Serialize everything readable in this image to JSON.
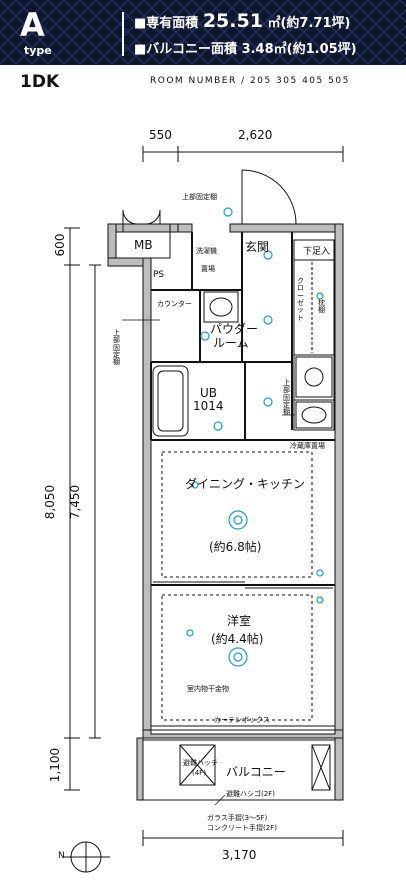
{
  "header": {
    "type_letter": "A",
    "type_label": "type",
    "exclusive_area_label": "■専有面積",
    "exclusive_area_value": "25.51",
    "exclusive_area_unit": "㎡(約7.71坪)",
    "balcony_area_label": "■バルコニー面積",
    "balcony_area_value": "3.48㎡(約1.05坪)"
  },
  "layout_type": "1DK",
  "room_number_text": "ROOM NUMBER / 205 305 405 505",
  "dimensions": {
    "top_left": "550",
    "top_right": "2,620",
    "left_total": "8,050",
    "left_inner": "7,450",
    "left_top": "600",
    "left_bottom": "1,100",
    "bottom_width": "3,170"
  },
  "rooms": {
    "mb": "MB",
    "entrance": "玄関",
    "shoe_box": "下足入",
    "washer": "洗濯機",
    "washer_pan": "置場",
    "ps": "PS",
    "counter": "カウンター",
    "powder_room_1": "パウダー",
    "powder_room_2": "ルーム",
    "closet": "クローゼット",
    "shelf": "枕棚",
    "ub": "UB",
    "ub_size": "1014",
    "fridge": "冷蔵庫置場",
    "dining_kitchen": "ダイニング・キッチン",
    "dining_size": "(約6.8帖)",
    "western_room": "洋室",
    "western_size": "(約4.4帖)",
    "indoor_dryer": "室内物干金物",
    "curtain_box": "カーテンボックス",
    "balcony": "バルコニー",
    "escape_hatch_1": "避難ハッチ",
    "escape_hatch_2": "(4F)",
    "escape_ladder": "避難ハシゴ(2F)"
  },
  "notes": {
    "upper_cabinet_top": "上部固定棚",
    "upper_cabinet_left": "上部固定棚",
    "upper_cabinet_right": "上部固定棚",
    "railing_1": "ガラス手摺(3〜5F)",
    "railing_2": "コンクリート手摺(2F)"
  },
  "compass": {
    "label": "N"
  },
  "colors": {
    "header_bg": "#0d1730",
    "header_text": "#ffffff",
    "symbol_blue": "#1a9ad6",
    "wall": "#111111",
    "wall_fill": "#bdbdbd"
  }
}
